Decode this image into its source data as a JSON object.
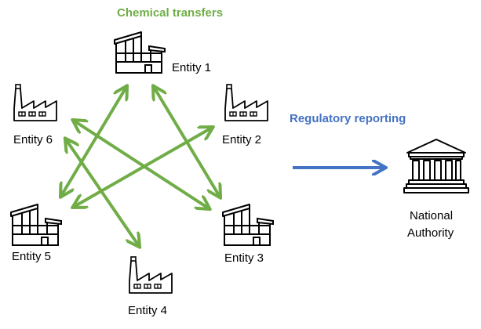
{
  "diagram": {
    "transfer_title": "Chemical transfers",
    "reporting_title": "Regulatory reporting",
    "colors": {
      "transfer": "#70ad47",
      "reporting": "#4472c4",
      "outline": "#000000"
    },
    "entities": [
      {
        "id": "entity-1",
        "label": "Entity 1",
        "icon": "modern-factory-icon"
      },
      {
        "id": "entity-2",
        "label": "Entity 2",
        "icon": "factory-chimney-icon"
      },
      {
        "id": "entity-3",
        "label": "Entity 3",
        "icon": "modern-factory-icon"
      },
      {
        "id": "entity-4",
        "label": "Entity 4",
        "icon": "factory-chimney-icon"
      },
      {
        "id": "entity-5",
        "label": "Entity 5",
        "icon": "modern-factory-icon"
      },
      {
        "id": "entity-6",
        "label": "Entity 6",
        "icon": "factory-chimney-icon"
      }
    ],
    "authority": {
      "label_line1": "National",
      "label_line2": "Authority",
      "icon": "government-building-icon"
    },
    "transfers": [
      {
        "from": "Entity 1",
        "to": "Entity 5",
        "bidirectional": true
      },
      {
        "from": "Entity 1",
        "to": "Entity 3",
        "bidirectional": true
      },
      {
        "from": "Entity 6",
        "to": "Entity 3",
        "bidirectional": true
      },
      {
        "from": "Entity 6",
        "to": "Entity 4",
        "bidirectional": true
      },
      {
        "from": "Entity 2",
        "to": "Entity 5",
        "bidirectional": true
      }
    ],
    "reporting": {
      "from": "Entities",
      "to": "National Authority",
      "bidirectional": false
    }
  }
}
